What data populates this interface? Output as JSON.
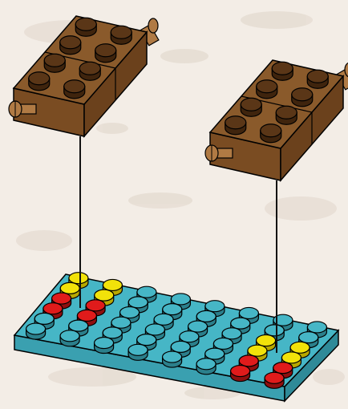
{
  "scene": {
    "background": "#f3ede6",
    "bark_color": "#e6ddd3",
    "colors": {
      "brick_top": "#8a5a2b",
      "brick_front": "#7a4c22",
      "brick_side": "#6b411c",
      "stud_top": "#5a3617",
      "stud_side": "#3f240d",
      "axle": "#b07a44",
      "plate_top": "#46b6c6",
      "plate_front": "#3aa0b0",
      "plate_side": "#2f8a98",
      "stud_blue": "#46b6c6",
      "stud_red": "#e01b1b",
      "stud_yellow": "#f2e20a",
      "outline": "#000000",
      "string": "#111111"
    },
    "bricks": [
      {
        "id": "brick-left",
        "studs": 8,
        "axles": 2
      },
      {
        "id": "brick-right",
        "studs": 8,
        "axles": 2
      }
    ],
    "plate": {
      "studs": [
        [
          "yellow",
          "yellow",
          "blue",
          "blue",
          "blue",
          "blue",
          "blue",
          "blue"
        ],
        [
          "yellow",
          "yellow",
          "blue",
          "blue",
          "blue",
          "blue",
          "blue",
          "blue"
        ],
        [
          "red",
          "red",
          "blue",
          "blue",
          "blue",
          "blue",
          "yellow",
          "yellow"
        ],
        [
          "red",
          "red",
          "blue",
          "blue",
          "blue",
          "blue",
          "yellow",
          "yellow"
        ],
        [
          "blue",
          "blue",
          "blue",
          "blue",
          "blue",
          "blue",
          "red",
          "red"
        ],
        [
          "blue",
          "blue",
          "blue",
          "blue",
          "blue",
          "blue",
          "red",
          "red"
        ]
      ]
    }
  }
}
